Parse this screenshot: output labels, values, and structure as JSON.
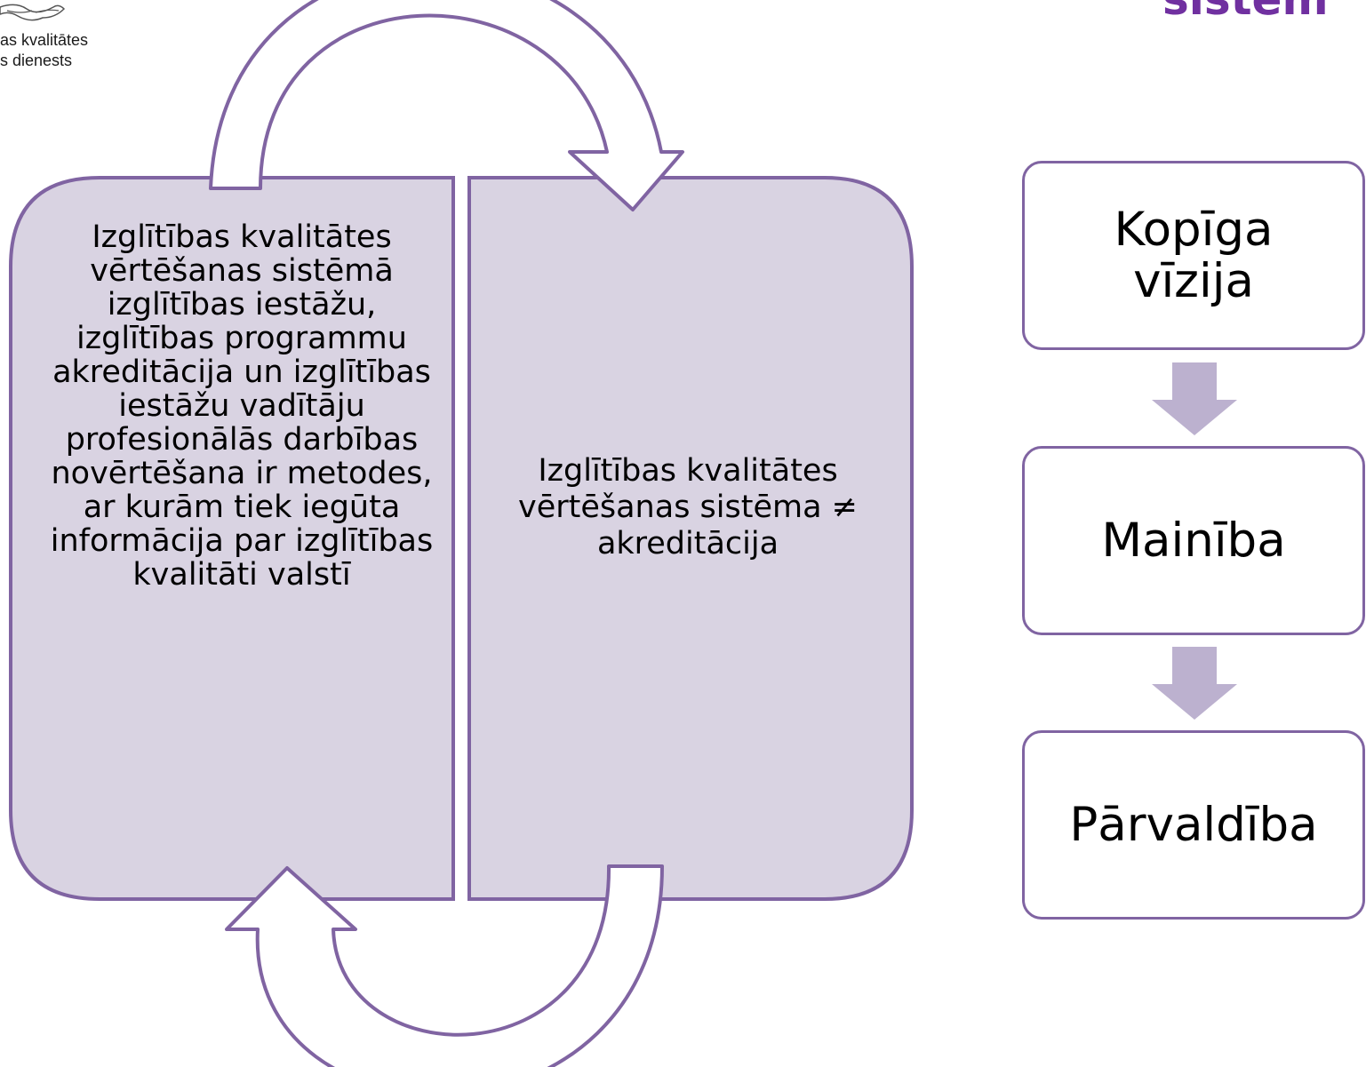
{
  "logo": {
    "line1": "as kvalitātes",
    "line2": "s dienests"
  },
  "title_fragment": "sistēm",
  "cycle": {
    "left_panel_text": "Izglītības kvalitātes vērtēšanas sistēmā izglītības iestāžu, izglītības programmu akreditācija un izglītības iestāžu vadītāju profesionālās darbības novērtēšana ir metodes, ar kurām tiek iegūta informācija par izglītības kvalitāti valstī",
    "right_panel_text": "Izglītības kvalitātes vērtēšanas sistēma ≠ akreditācija"
  },
  "flow": {
    "steps": [
      "Kopīga vīzija",
      "Mainība",
      "Pārvaldība"
    ]
  },
  "colors": {
    "panel_fill": "#d9d3e2",
    "panel_border": "#8064a2",
    "flow_arrow": "#bcb1cf",
    "title": "#7030a0"
  }
}
